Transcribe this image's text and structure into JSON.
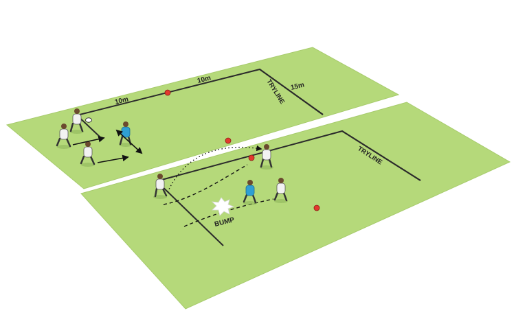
{
  "colors": {
    "background": "#ffffff",
    "pitch": "#b5d97a",
    "pitch_edge": "#a7cb6c",
    "line": "#2b2b2b",
    "cone": "#e23a2e",
    "kit_white": "#f2f2f2",
    "kit_blue": "#2f9fd3",
    "shorts": "#e8e8e8"
  },
  "top_pitch": {
    "label_10m_left": "10m",
    "label_10m_right": "10m",
    "label_15m": "15m",
    "tryline_label": "TRYLINE"
  },
  "bottom_pitch": {
    "tryline_label": "TRYLINE",
    "bump_label": "BUMP"
  },
  "icons": {
    "ball": "rugby-ball-icon",
    "cone": "cone-icon",
    "player_white": "attacker-player-icon",
    "player_blue": "defender-player-icon",
    "impact": "impact-burst-icon"
  }
}
